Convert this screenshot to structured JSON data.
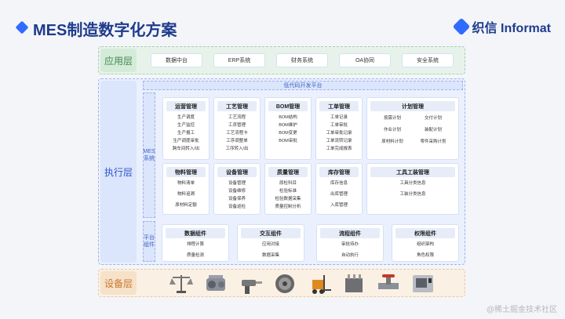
{
  "title": "MES制造数字化方案",
  "brand": "织信 Informat",
  "layers": {
    "application": "应用层",
    "execution": "执行层",
    "device": "设备层"
  },
  "apps": [
    "数据中台",
    "ERP系统",
    "财务系统",
    "OA协同",
    "安全系统"
  ],
  "lowcode": "低代码开发平台",
  "mes_tag": "MES\n系统",
  "platform_tag": "平台\n组件",
  "modules_row1": [
    {
      "title": "运营管理",
      "items": [
        "生产调度",
        "生产监控",
        "生产报工",
        "生产调度审批",
        "跨车间转入/出"
      ]
    },
    {
      "title": "工艺管理",
      "items": [
        "工艺流程",
        "工序管理",
        "工艺流程卡",
        "工序调整单",
        "工序转入/出"
      ]
    },
    {
      "title": "BOM管理",
      "items": [
        "BOM结构",
        "BOM维护",
        "BOM变更",
        "BOM审批"
      ]
    },
    {
      "title": "工单管理",
      "items": [
        "工单记录",
        "工单审批",
        "工单审批记录",
        "工单流转记录",
        "工单完成报表"
      ]
    }
  ],
  "plan": {
    "title": "计划管理",
    "items": [
      "按需计划",
      "交付计划",
      "作业计划",
      "装配计划",
      "原材料计划",
      "零件采购计划"
    ]
  },
  "modules_row2": [
    {
      "title": "物料管理",
      "items": [
        "物料清单",
        "物料追溯",
        "原材料定额"
      ]
    },
    {
      "title": "设备管理",
      "items": [
        "设备管理",
        "设备维修",
        "设备保养",
        "设备巡检"
      ]
    },
    {
      "title": "质量管理",
      "items": [
        "原检科目",
        "检验标准",
        "检验数据采集",
        "质量控制分析"
      ]
    },
    {
      "title": "库存管理",
      "items": [
        "库存信息",
        "出库管理",
        "入库管理"
      ]
    }
  ],
  "tooling": {
    "title": "工具工装管理",
    "items": [
      "工具分类信息",
      "工装分类信息"
    ]
  },
  "components": [
    {
      "title": "数据组件",
      "items": [
        "排程计算",
        "质量检测"
      ]
    },
    {
      "title": "交互组件",
      "items": [
        "应用对接",
        "数据采集"
      ]
    },
    {
      "title": "流程组件",
      "items": [
        "审批待办",
        "自动执行"
      ]
    },
    {
      "title": "权限组件",
      "items": [
        "组织架构",
        "角色权限"
      ]
    }
  ],
  "equipment": [
    "scale-icon",
    "engine-icon",
    "drill-icon",
    "turbine-icon",
    "forklift-icon",
    "transformer-icon",
    "valve-icon",
    "cnc-machine-icon"
  ],
  "colors": {
    "title": "#1f3b8c",
    "accent": "#2f6bff",
    "app": "#3f8a4e",
    "exec": "#2f55c8",
    "device": "#c9782c"
  },
  "watermark": "@稀土掘金技术社区"
}
